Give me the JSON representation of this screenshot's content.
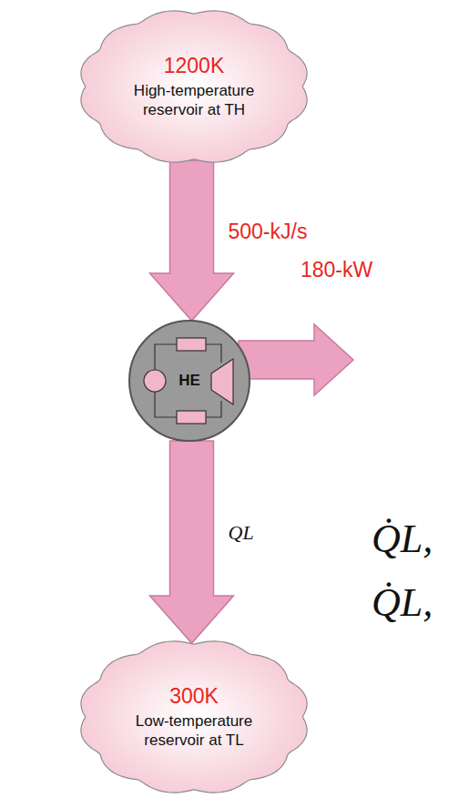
{
  "diagram": {
    "nodes": [
      {
        "text": [
          "1200K",
          "High-temperature reservoir at TH"
        ]
      },
      {
        "text": [
          "HE"
        ]
      },
      {
        "text": [
          "300K",
          "Low-temperature reservoir at TL"
        ]
      }
    ],
    "edges": [
      {
        "from": 0,
        "to": 1,
        "arrow": "to",
        "label": "500-kJ/s"
      },
      {
        "from": 1,
        "to": 2,
        "arrow": "to",
        "label": "QL"
      }
    ],
    "labels": [
      "180-kW",
      "Q̇L,",
      "Q̇L,"
    ]
  }
}
